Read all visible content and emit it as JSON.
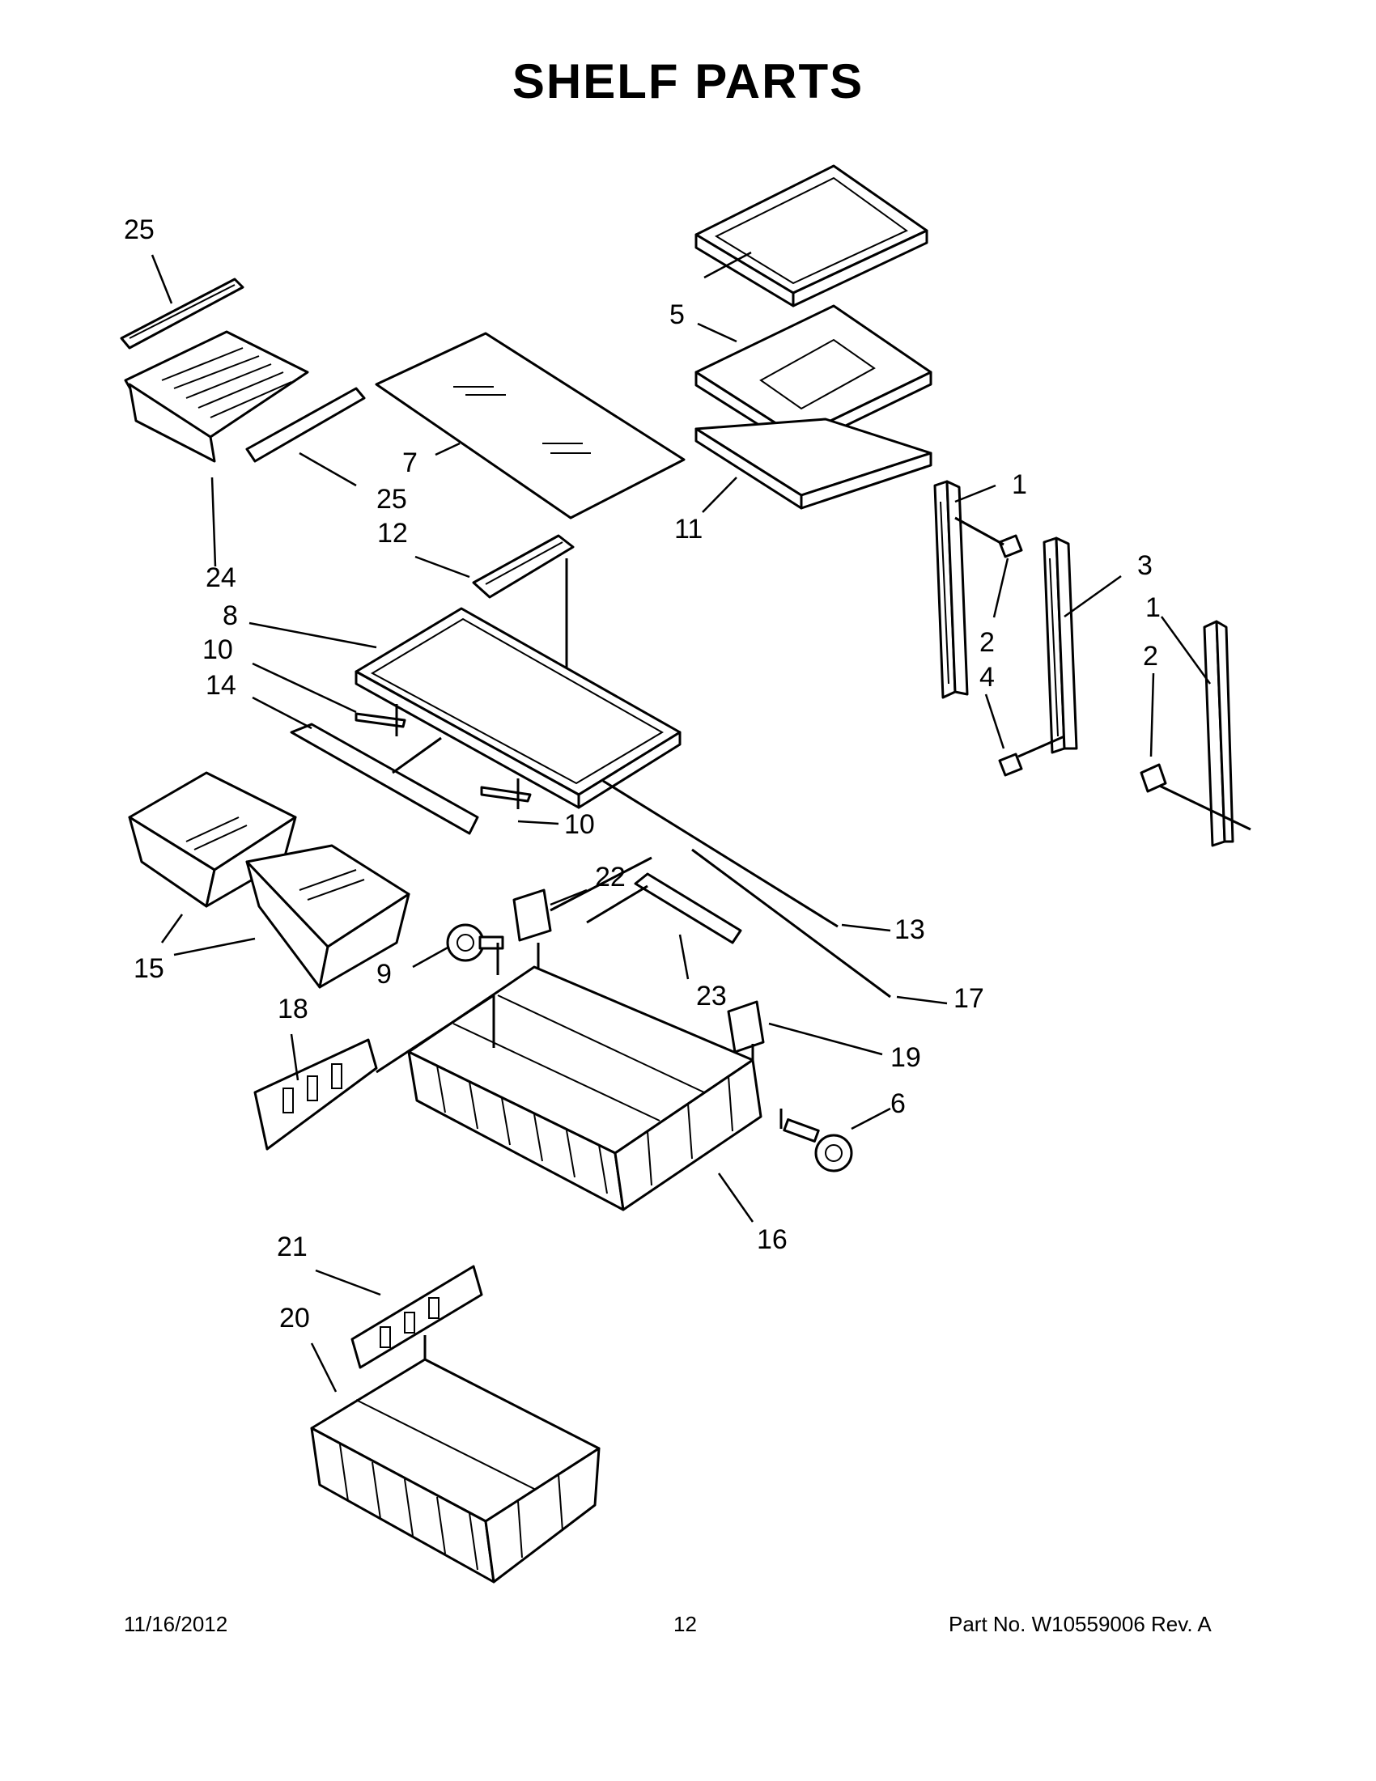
{
  "title": "SHELF PARTS",
  "callouts": {
    "c1a": "1",
    "c1b": "1",
    "c2a": "2",
    "c2b": "2",
    "c3": "3",
    "c4": "4",
    "c5": "5",
    "c6": "6",
    "c7": "7",
    "c8": "8",
    "c9": "9",
    "c10a": "10",
    "c10b": "10",
    "c11": "11",
    "c12": "12",
    "c13": "13",
    "c14": "14",
    "c15": "15",
    "c16": "16",
    "c17": "17",
    "c18": "18",
    "c19": "19",
    "c20": "20",
    "c21": "21",
    "c22": "22",
    "c23": "23",
    "c24": "24",
    "c25a": "25",
    "c25b": "25"
  },
  "footer": {
    "date": "11/16/2012",
    "page": "12",
    "part_number": "Part No.  W10559006  Rev.  A"
  }
}
